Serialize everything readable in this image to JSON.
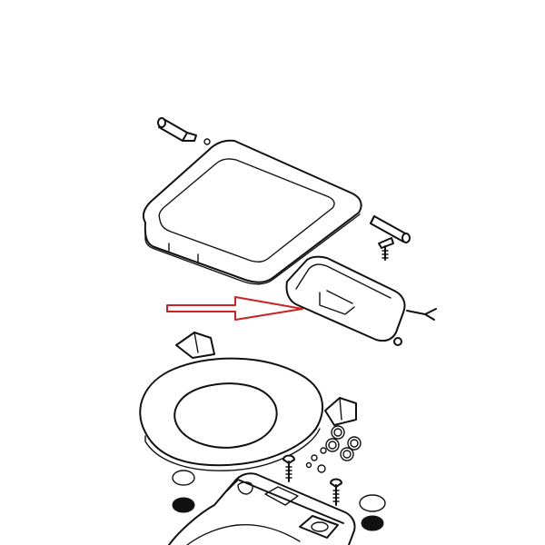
{
  "diagram": {
    "parts": [
      {
        "id": "hinge-pin-left",
        "label": ""
      },
      {
        "id": "toilet-lid",
        "label": ""
      },
      {
        "id": "hinge-pin-right",
        "label": ""
      },
      {
        "id": "hinge-screw",
        "label": ""
      },
      {
        "id": "hinge-housing",
        "label": ""
      },
      {
        "id": "indicator-arrow",
        "label": ""
      },
      {
        "id": "toilet-seat-ring",
        "label": ""
      },
      {
        "id": "seat-bumpers",
        "label": ""
      },
      {
        "id": "mounting-hardware",
        "label": ""
      },
      {
        "id": "toilet-bowl",
        "label": ""
      }
    ],
    "colors": {
      "line": "#111111",
      "arrow": "#cc2222",
      "background": "#ffffff"
    }
  }
}
